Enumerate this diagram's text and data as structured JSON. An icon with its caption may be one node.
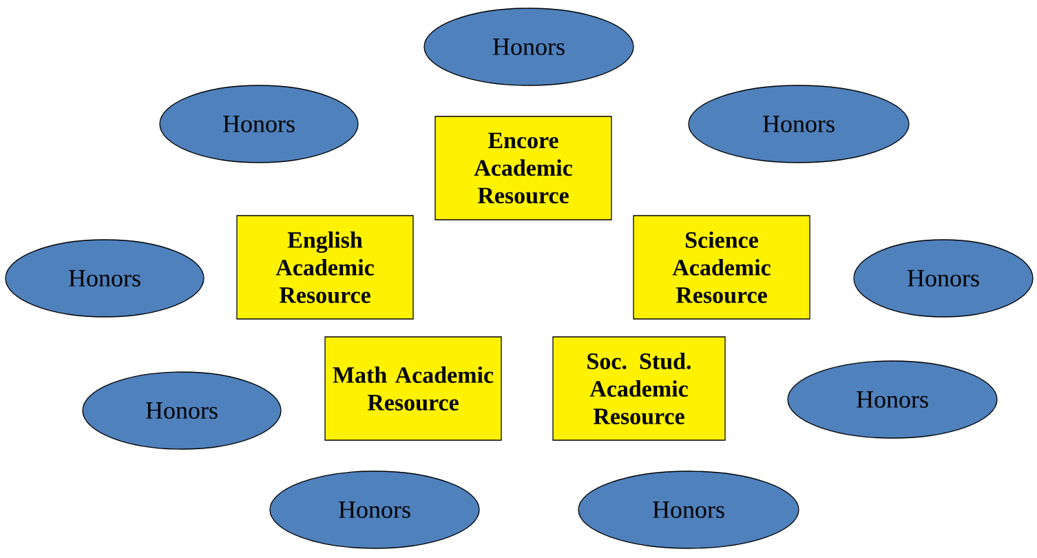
{
  "diagram": {
    "nodes": [
      {
        "text": [
          "Honors"
        ]
      },
      {
        "text": [
          "Honors"
        ]
      },
      {
        "text": [
          "Honors"
        ]
      },
      {
        "text": [
          "Encore Academic Resource"
        ]
      },
      {
        "text": [
          "Honors"
        ]
      },
      {
        "text": [
          "English Academic Resource"
        ]
      },
      {
        "text": [
          "Science Academic Resource"
        ]
      },
      {
        "text": [
          "Honors"
        ]
      },
      {
        "text": [
          "Honors"
        ]
      },
      {
        "text": [
          "Math Academic Resource"
        ]
      },
      {
        "text": [
          "Soc. Stud. Academic Resource"
        ]
      },
      {
        "text": [
          "Honors"
        ]
      },
      {
        "text": [
          "Honors"
        ]
      },
      {
        "text": [
          "Honors"
        ]
      }
    ]
  }
}
